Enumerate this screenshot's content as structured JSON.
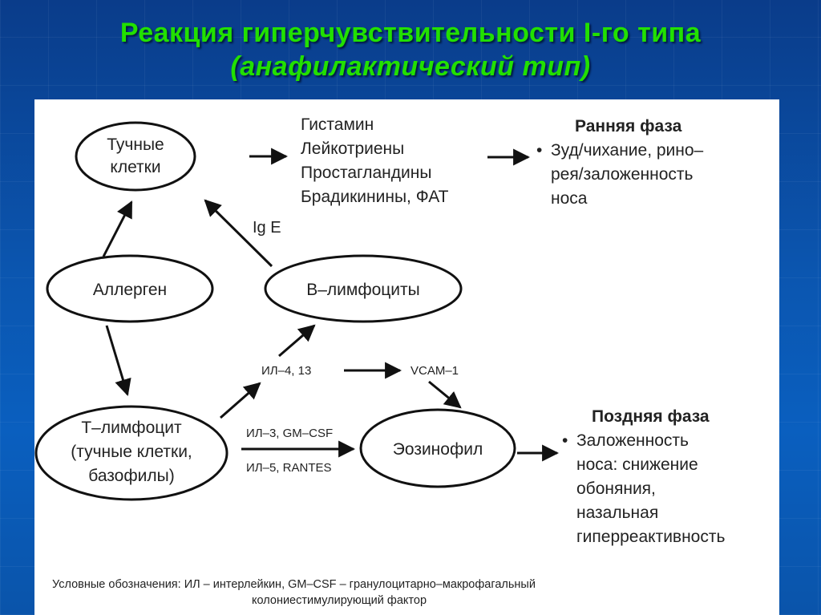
{
  "title": {
    "line1": "Реакция гиперчувствительности I-го типа",
    "line2": "(анафилактический тип)"
  },
  "nodes": {
    "mast_cells": [
      "Тучные",
      "клетки"
    ],
    "allergen": "Аллерген",
    "b_lymphocytes": "В–лимфоциты",
    "t_lymphocyte": [
      "Т–лимфоцит",
      "(тучные клетки,",
      "базофилы)"
    ],
    "eosinophil": "Эозинофил"
  },
  "mediators": [
    "Гистамин",
    "Лейкотриены",
    "Простагландины",
    "Брадикинины, ФАТ"
  ],
  "edge_labels": {
    "ige": "Ig E",
    "il4_13": "ИЛ–4, 13",
    "vcam": "VCAM–1",
    "il3_gmcsf": "ИЛ–3, GM–CSF",
    "il5_rantes": "ИЛ–5, RANTES"
  },
  "early_phase": {
    "heading": "Ранняя фаза",
    "bullet": "•",
    "lines": [
      "Зуд/чихание, рино–",
      "рея/заложенность",
      "носа"
    ]
  },
  "late_phase": {
    "heading": "Поздняя фаза",
    "bullet": "•",
    "lines": [
      "Заложенность",
      "носа: снижение",
      "обоняния,",
      "назальная",
      "гиперреактивность"
    ]
  },
  "legend": {
    "line1": "Условные обозначения: ИЛ – интерлейкин, GM–CSF – гранулоцитарно–макрофагальный",
    "line2": "колониестимулирующий фактор"
  },
  "colors": {
    "title": "#22e000",
    "background": "#0b56b0",
    "panel": "#ffffff",
    "ink": "#222222"
  }
}
